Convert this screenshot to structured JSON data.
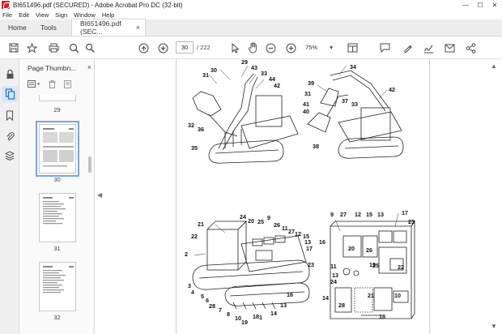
{
  "window": {
    "title": "BI651496.pdf (SECURED) - Adobe Acrobat Pro DC (32-bit)",
    "minimize_glyph": "—",
    "maximize_glyph": "☐",
    "close_glyph": "✕"
  },
  "menu": [
    "File",
    "Edit",
    "View",
    "Sign",
    "Window",
    "Help"
  ],
  "tabs": {
    "home": "Home",
    "tools": "Tools",
    "document": "BI651496.pdf (SEC...",
    "close_glyph": "×"
  },
  "toolbar": {
    "current_page": "30",
    "total_pages": "/ 222",
    "zoom": "75%",
    "zoom_caret": "▾",
    "icons": [
      "save-icon",
      "bookmark-star-icon",
      "print-icon",
      "search-zoom-icon",
      "page-up-icon",
      "page-down-icon",
      "select-cursor-icon",
      "hand-icon",
      "zoom-out-icon",
      "zoom-in-icon",
      "page-view-icon",
      "comment-icon",
      "highlight-pen-icon",
      "sign-icon",
      "share-icon"
    ]
  },
  "thumbnails_panel": {
    "title": "Page Thumbn...",
    "close_glyph": "×",
    "pages": [
      {
        "label": "29"
      },
      {
        "label": "30",
        "selected": true
      },
      {
        "label": "31"
      },
      {
        "label": "32"
      }
    ]
  },
  "page_labels": {
    "top_left": [
      "30",
      "31",
      "29",
      "43",
      "33",
      "44",
      "42",
      "32",
      "36",
      "35"
    ],
    "top_right": [
      "34",
      "39",
      "31",
      "37",
      "33",
      "41",
      "40",
      "38",
      "42"
    ],
    "bottom_left": [
      "21",
      "22",
      "24",
      "20",
      "25",
      "9",
      "26",
      "11",
      "27",
      "12",
      "15",
      "13",
      "17",
      "23",
      "2",
      "3",
      "4",
      "5",
      "6",
      "28",
      "7",
      "8",
      "10",
      "19",
      "18",
      "1",
      "14",
      "13",
      "16"
    ],
    "bottom_right": [
      "9",
      "27",
      "12",
      "15",
      "13",
      "17",
      "23",
      "16",
      "20",
      "26",
      "11",
      "25",
      "19",
      "13",
      "24",
      "22",
      "14",
      "21",
      "10",
      "18",
      "28"
    ]
  },
  "colors": {
    "accent_blue": "#1473e6",
    "acrobat_red": "#d4202a",
    "panel_bg": "#f0f0f0",
    "tab_bg": "#ededed"
  }
}
